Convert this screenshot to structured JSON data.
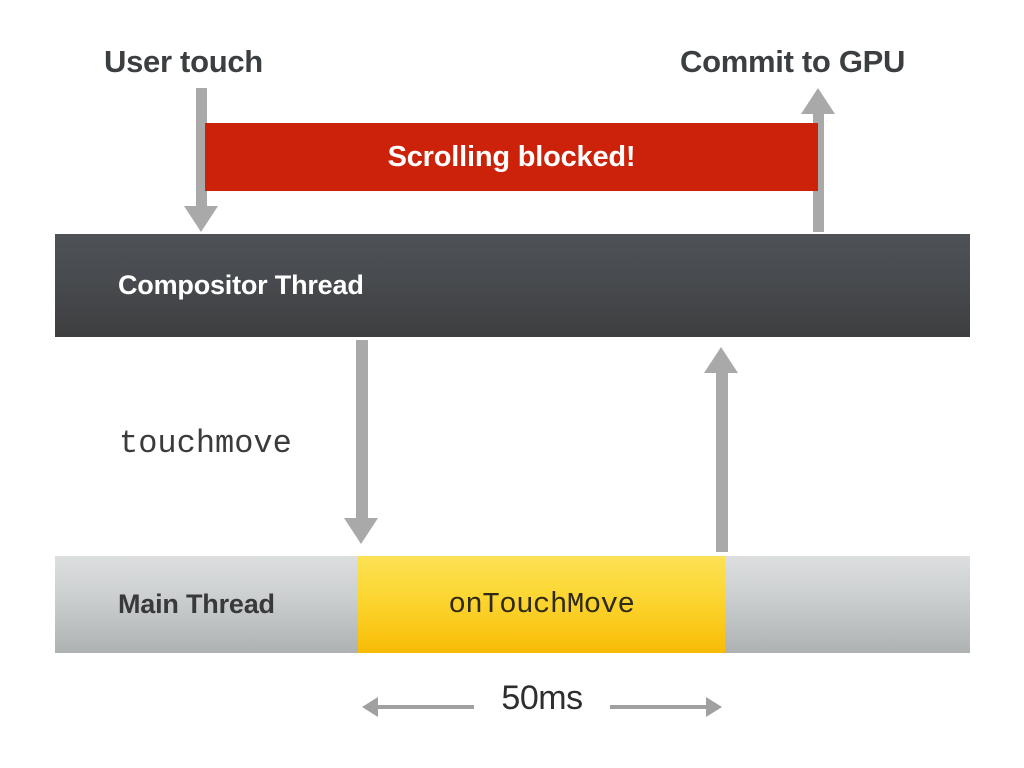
{
  "diagram": {
    "title_user_touch": "User touch",
    "title_commit_gpu": "Commit to GPU",
    "blocked_bar": {
      "label": "Scrolling blocked!",
      "color": "#cb2209",
      "text_color": "#ffffff"
    },
    "compositor_bar": {
      "label": "Compositor Thread",
      "color_top": "#4e5256",
      "color_bottom": "#3c3e3f",
      "text_color": "#ffffff"
    },
    "event_label": "touchmove",
    "main_thread_bar": {
      "label": "Main Thread",
      "color_top": "#dcdedf",
      "color_bottom": "#aeb2b2",
      "text_color": "#37393b"
    },
    "handler_block": {
      "label": "onTouchMove",
      "color_top": "#fde155",
      "color_bottom": "#f8bb06",
      "text_color": "#2f2a16"
    },
    "duration_label": "50ms",
    "arrow_color": "#a9a9a9",
    "arrows": [
      {
        "name": "user-touch-arrow",
        "direction": "down",
        "from": "User touch",
        "to": "Compositor Thread"
      },
      {
        "name": "commit-gpu-arrow",
        "direction": "up",
        "from": "Compositor Thread",
        "to": "Commit to GPU"
      },
      {
        "name": "touchmove-arrow",
        "direction": "down",
        "from": "Compositor Thread",
        "to": "Main Thread"
      },
      {
        "name": "return-arrow",
        "direction": "up",
        "from": "Main Thread",
        "to": "Compositor Thread"
      }
    ]
  }
}
